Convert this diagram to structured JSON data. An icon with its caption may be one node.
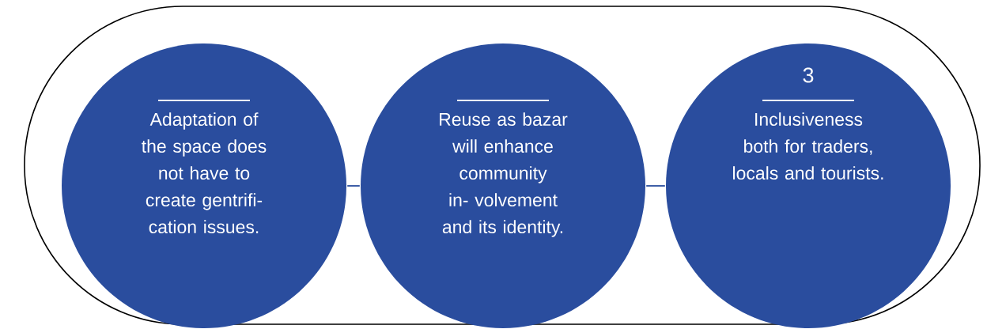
{
  "diagram": {
    "nodes": [
      {
        "text": [],
        "shape": "box"
      },
      {
        "text": [
          "Adaptation of the space does not have to create gentrifi- cation issues."
        ],
        "in": 0
      },
      {
        "text": [
          "Reuse as bazar will enhance community in- volvement and its identity."
        ],
        "in": 0
      },
      {
        "text": [
          "3",
          "Inclusiveness both for traders, locals and tourists."
        ],
        "in": 0
      }
    ],
    "edges": [
      {
        "from": 1,
        "to": 2,
        "arrow": "none"
      },
      {
        "from": 2,
        "to": 3,
        "arrow": "none"
      }
    ]
  }
}
